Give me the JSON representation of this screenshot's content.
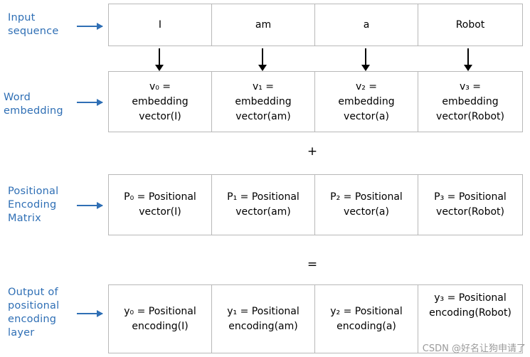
{
  "labels": {
    "input_sequence": "Input\nsequence",
    "word_embedding": "Word\nembedding",
    "positional_encoding_matrix": "Positional\nEncoding\nMatrix",
    "output_layer": "Output of\npositional\nencoding\nlayer"
  },
  "operators": {
    "plus": "+",
    "equals": "="
  },
  "rows": {
    "input": [
      "I",
      "am",
      "a",
      "Robot"
    ],
    "embedding": [
      "v₀ =\nembedding\nvector(I)",
      "v₁ =\nembedding\nvector(am)",
      "v₂ =\nembedding\nvector(a)",
      "v₃ =\nembedding\nvector(Robot)"
    ],
    "positional": [
      "P₀ = Positional\nvector(I)",
      "P₁ = Positional\nvector(am)",
      "P₂ = Positional\nvector(a)",
      "P₃ = Positional\nvector(Robot)"
    ],
    "output": [
      "y₀ = Positional\nencoding(I)",
      "y₁ = Positional\nencoding(am)",
      "y₂ = Positional\nencoding(a)",
      "y₃ = Positional\nencoding(Robot)"
    ]
  },
  "watermark": "CSDN @好名让狗申请了",
  "colors": {
    "label": "#2f6fb5",
    "border": "#b8b8b8",
    "arrow": "#000000",
    "watermark": "#9a9a9a"
  }
}
